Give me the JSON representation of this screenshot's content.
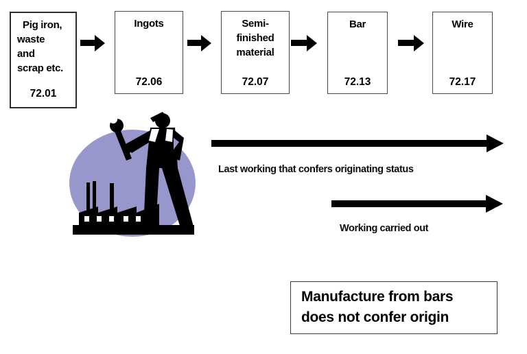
{
  "diagram": {
    "title_hint": "steel products origin flow",
    "boxes": [
      {
        "lines": [
          "Pig iron,",
          "waste",
          "and",
          "scrap etc."
        ],
        "code": "72.01"
      },
      {
        "lines": [
          "Ingots"
        ],
        "code": "72.06"
      },
      {
        "lines": [
          "Semi-",
          "finished",
          "material"
        ],
        "code": "72.07"
      },
      {
        "lines": [
          "Bar"
        ],
        "code": "72.13"
      },
      {
        "lines": [
          "Wire"
        ],
        "code": "72.17"
      }
    ],
    "arrow_labels": {
      "long": "Last working that confers originating status",
      "short": "Working carried out"
    },
    "note": {
      "line1": "Manufacture from bars",
      "line2": "does not confer origin"
    },
    "colors": {
      "illustration_purple": "#9897cb",
      "arrow_black": "#000000"
    },
    "icons": {
      "flow_arrows": "block-arrow-right-icon",
      "illustration": "worker-with-wrench-and-factory"
    }
  }
}
